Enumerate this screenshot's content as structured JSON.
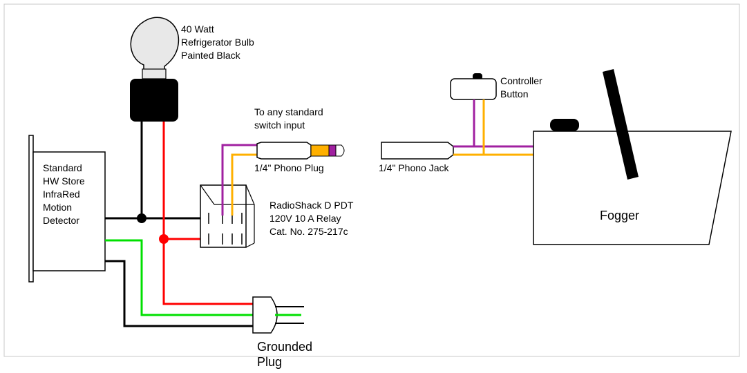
{
  "labels": {
    "bulb": [
      "40  Watt",
      "Refrigerator Bulb",
      "Painted Black"
    ],
    "controller": [
      "Controller",
      "Button"
    ],
    "switch_input": [
      "To any standard",
      "switch input"
    ],
    "phono_plug": "1/4\" Phono  Plug",
    "phono_jack": "1/4\" Phono Jack",
    "detector": [
      "Standard",
      "HW Store",
      "InfraRed",
      "Motion",
      "Detector"
    ],
    "relay": [
      "RadioShack D PDT",
      "120V  10  A Relay",
      "Cat. No. 275-217c"
    ],
    "fogger": "Fogger",
    "plug": [
      "Grounded",
      "Plug"
    ]
  },
  "colors": {
    "black_wire": "#000000",
    "red_wire": "#ff0000",
    "green_wire": "#00e000",
    "purple_wire": "#a020a0",
    "orange_wire": "#ffb000",
    "bulb_fill": "#e8e8e8",
    "socket_fill": "#000000",
    "border": "#c8c8c8"
  }
}
